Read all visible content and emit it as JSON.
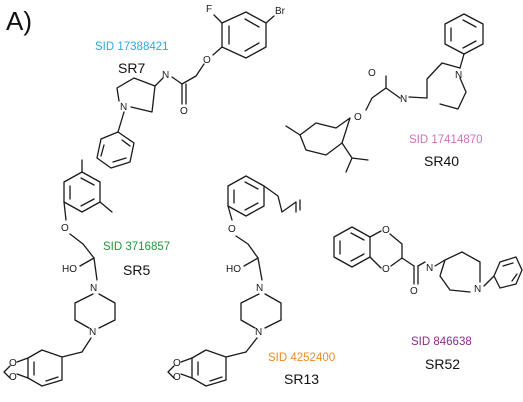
{
  "panel_label": "A)",
  "colors": {
    "sr7": "#29abe2",
    "sr40": "#d070b8",
    "sr5": "#1f9a3a",
    "sr13": "#f08a24",
    "sr52": "#8e2a8e"
  },
  "atoms": {
    "fluorine": "F",
    "bromine": "Br",
    "oxygen": "O",
    "nitrogen": "N",
    "hydroxyl": "HO"
  },
  "compounds": [
    {
      "id": "sr7",
      "sid": "SID 17388421",
      "code": "SR7"
    },
    {
      "id": "sr40",
      "sid": "SID 17414870",
      "code": "SR40"
    },
    {
      "id": "sr5",
      "sid": "SID 3716857",
      "code": "SR5"
    },
    {
      "id": "sr13",
      "sid": "SID 4252400",
      "code": "SR13"
    },
    {
      "id": "sr52",
      "sid": "SID 846638",
      "code": "SR52"
    }
  ]
}
